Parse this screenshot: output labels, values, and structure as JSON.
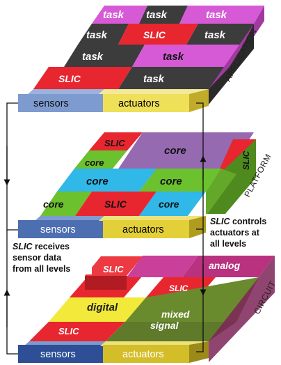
{
  "layers": {
    "application": {
      "side_label": "APPLICATION",
      "tiles": [
        "task",
        "task",
        "task",
        "task",
        "SLIC",
        "task",
        "task",
        "task",
        "SLIC",
        "task"
      ],
      "sensors": "sensors",
      "actuators": "actuators"
    },
    "platform": {
      "side_label": "PLATFORM",
      "tiles": [
        "SLIC",
        "core",
        "SLIC",
        "core",
        "core",
        "core",
        "core",
        "SLIC",
        "core"
      ],
      "sensors": "sensors",
      "actuators": "actuators"
    },
    "circuit": {
      "side_label": "CIRCUIT",
      "tiles": [
        "SLIC",
        "analog",
        "SLIC",
        "digital",
        "mixed",
        "signal",
        "SLIC"
      ],
      "sensors": "sensors",
      "actuators": "actuators"
    }
  },
  "annotations": {
    "controls": {
      "bold": "SLIC",
      "line1_rest": " controls",
      "line2": "actuators at",
      "line3": "all levels"
    },
    "receives": {
      "bold": "SLIC",
      "line1_rest": " receives",
      "line2": "sensor data",
      "line3": "from all levels"
    }
  },
  "colors": {
    "slic_red": "#e8262f",
    "task_magenta": "#d65ad6",
    "task_dark": "#3c3c3c",
    "core_green": "#6cc12e",
    "core_cyan": "#2fb8e8",
    "core_purple": "#8a5aa8",
    "digital_yellow": "#f2e93a",
    "mixed_olive": "#6a8a2e",
    "analog_magenta": "#b8327f",
    "sensors_blue": "#5b7fbf",
    "actuators_yellow": "#e2d43e"
  }
}
